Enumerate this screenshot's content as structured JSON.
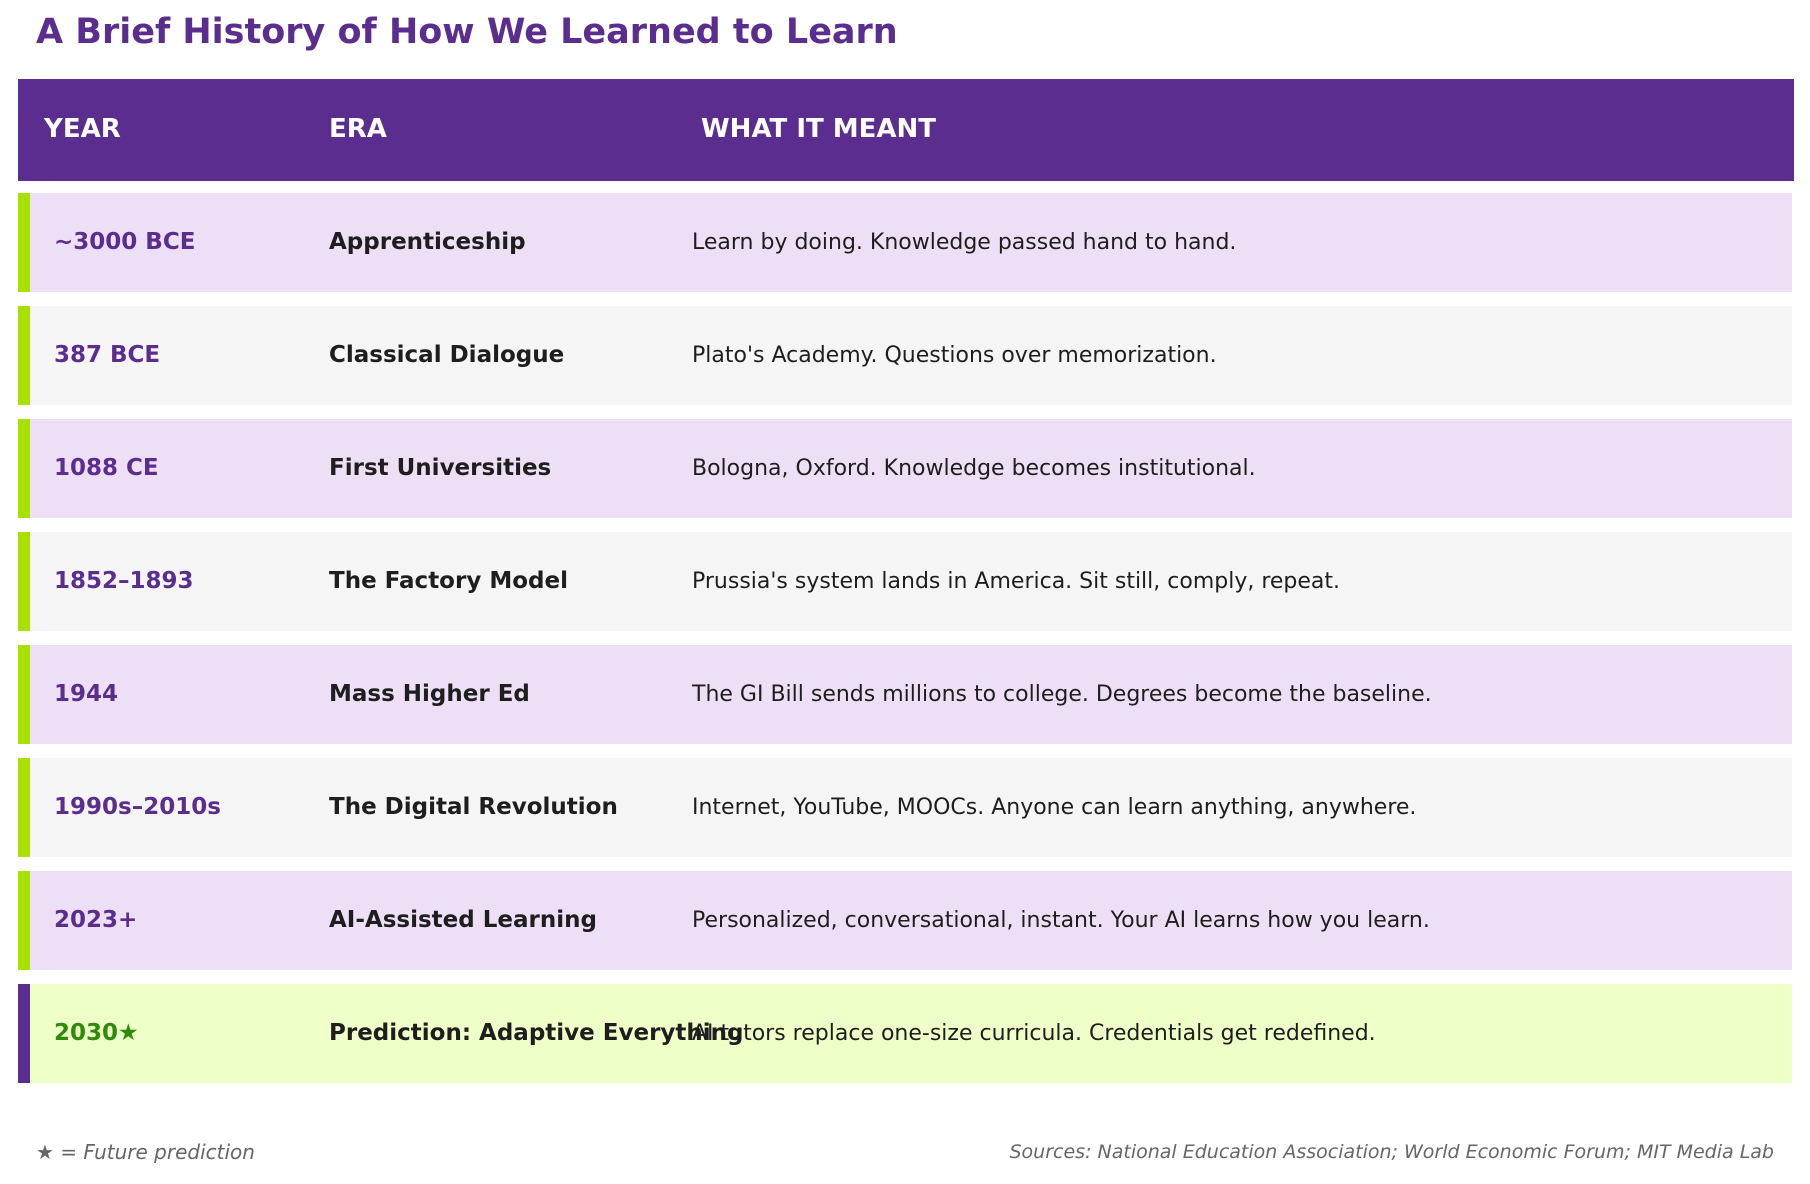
{
  "title": "A Brief History of How We Learned to Learn",
  "columns": {
    "year": "YEAR",
    "era": "ERA",
    "meaning": "WHAT IT MEANT"
  },
  "rows": [
    {
      "year": "~3000 BCE",
      "era": "Apprenticeship",
      "meaning": "Learn by doing. Knowledge passed hand to hand."
    },
    {
      "year": "387 BCE",
      "era": "Classical Dialogue",
      "meaning": "Plato's Academy. Questions over memorization."
    },
    {
      "year": "1088 CE",
      "era": "First Universities",
      "meaning": "Bologna, Oxford. Knowledge becomes institutional."
    },
    {
      "year": "1852–1893",
      "era": "The Factory Model",
      "meaning": "Prussia's system lands in America. Sit still, comply, repeat."
    },
    {
      "year": "1944",
      "era": "Mass Higher Ed",
      "meaning": "The GI Bill sends millions to college. Degrees become the baseline."
    },
    {
      "year": "1990s–2010s",
      "era": "The Digital Revolution",
      "meaning": "Internet, YouTube, MOOCs. Anyone can learn anything, anywhere."
    },
    {
      "year": "2023+",
      "era": "AI-Assisted Learning",
      "meaning": "Personalized, conversational, instant. Your AI learns how you learn."
    },
    {
      "year": "2030★",
      "era": "Prediction: Adaptive Everything",
      "meaning": "AI tutors replace one-size curricula. Credentials get redefined."
    }
  ],
  "footnote": "★ = Future prediction",
  "sources": "Sources: National Education Association; World Economic Forum; MIT Media Lab",
  "colors": {
    "brand_purple": "#5b2d8e",
    "accent_green": "#a8e000",
    "row_purple": "#ede0f6",
    "row_gray": "#f5f5f5",
    "row_future": "#efffc8",
    "future_year_green": "#2e8b0a"
  }
}
